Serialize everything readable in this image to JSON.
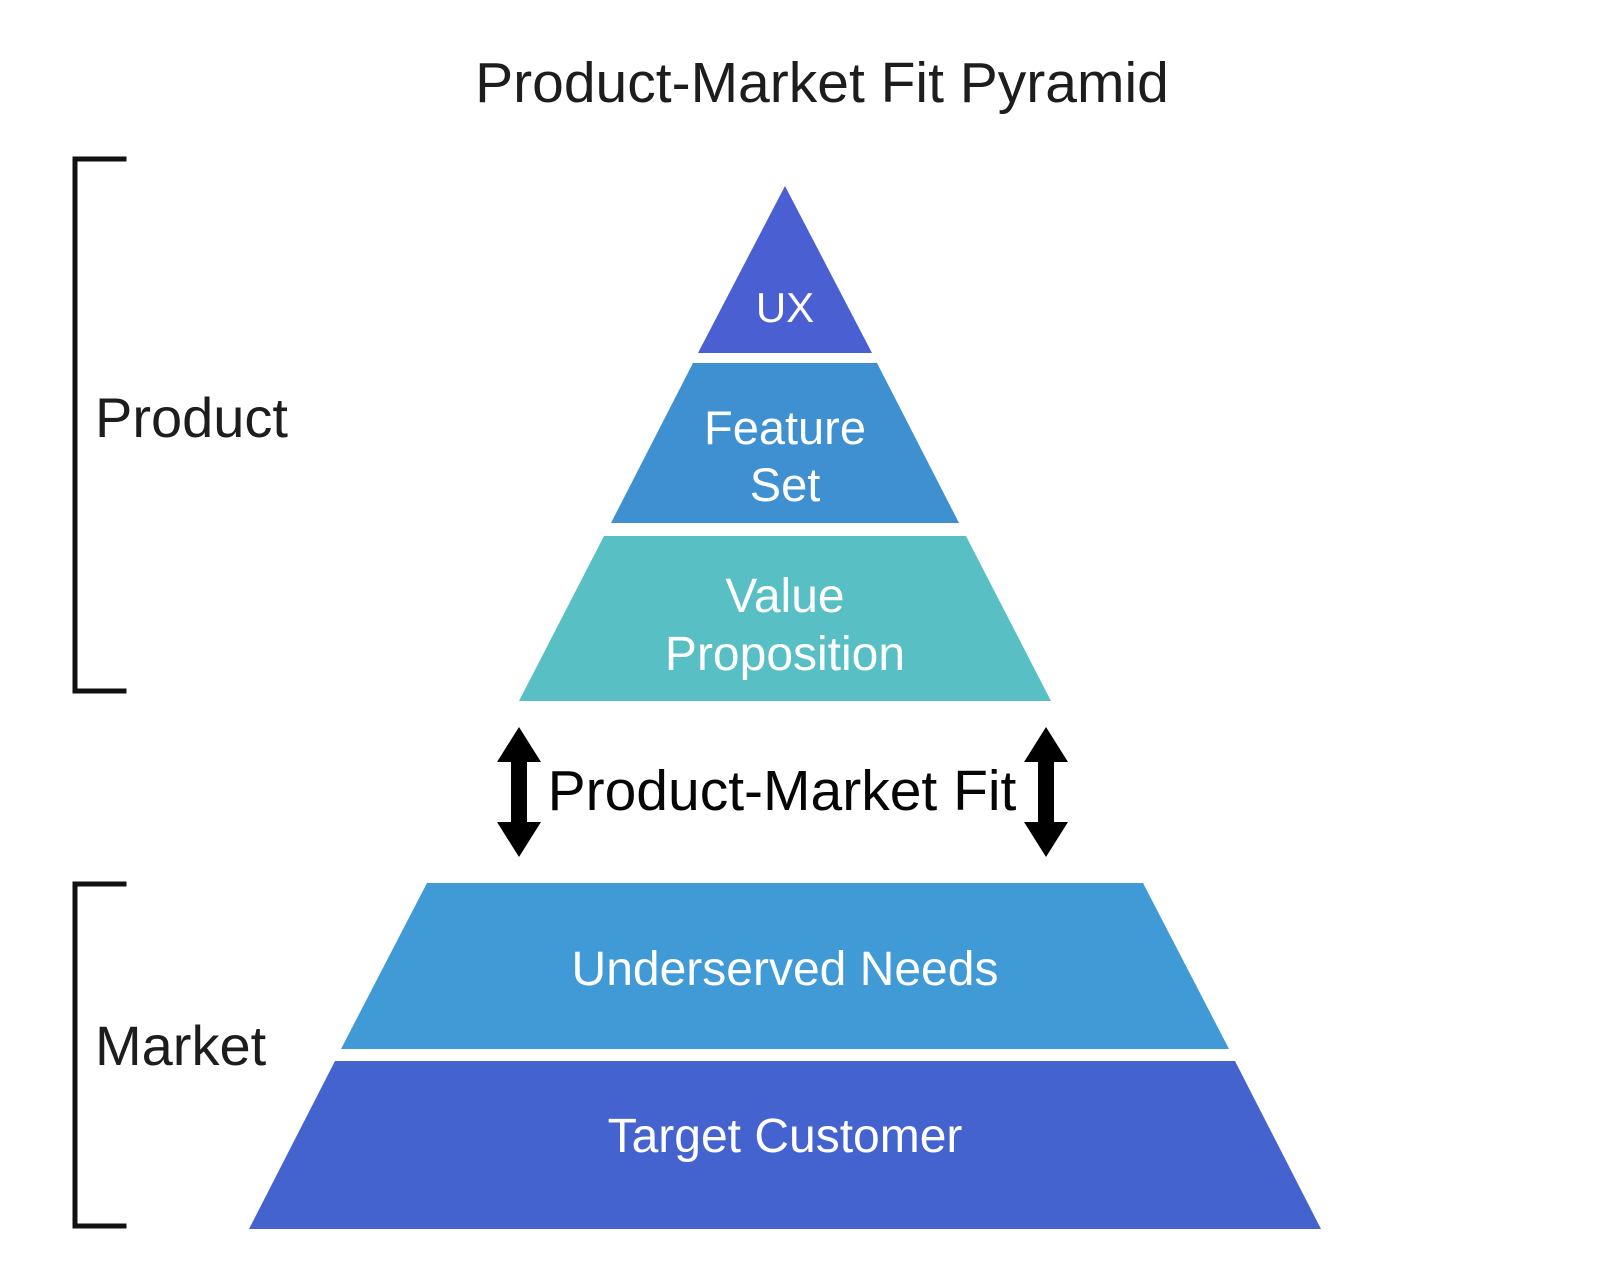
{
  "title": "Product-Market Fit Pyramid",
  "brackets": {
    "product": "Product",
    "market": "Market"
  },
  "fit": {
    "label": "Product-Market Fit"
  },
  "layers": {
    "ux": {
      "label": "UX",
      "color": "#4A5FD1"
    },
    "feature_set": {
      "line1": "Feature",
      "line2": "Set",
      "color": "#3E90D0"
    },
    "value_proposition": {
      "line1": "Value",
      "line2": "Proposition",
      "color": "#58BFC5"
    },
    "underserved_needs": {
      "label": "Underserved Needs",
      "color": "#3F9AD6"
    },
    "target_customer": {
      "label": "Target Customer",
      "color": "#4563CE"
    }
  },
  "colors": {
    "background": "#FFFFFF",
    "arrow": "#000000",
    "bracket": "#111111",
    "layer_text": "#FFFFFF",
    "heading_text": "#1D1D1D"
  }
}
